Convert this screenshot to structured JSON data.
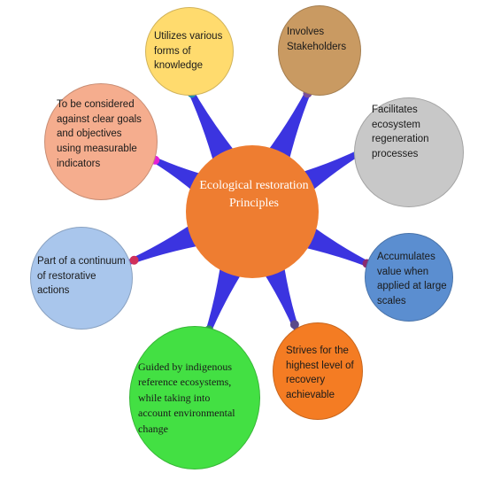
{
  "center": {
    "label": "Ecological restoration\nPrinciples",
    "color": "#ee7d31"
  },
  "nodes": [
    {
      "id": "knowledge",
      "text": "Utilizes various\nforms of\nknowledge",
      "fill": "#ffdb6e",
      "connector": "#1f8fb0"
    },
    {
      "id": "stakeholders",
      "text": "Involves\nStakeholders",
      "fill": "#c99a62",
      "connector": "#7a4f9a"
    },
    {
      "id": "regeneration",
      "text": "Facilitates\necosystem\nregeneration\nprocesses",
      "fill": "#c8c8c8",
      "connector": "#22d3ee"
    },
    {
      "id": "scales",
      "text": "Accumulates\nvalue when\napplied at large\nscales",
      "fill": "#5b8ed0",
      "connector": "#8a2b6f"
    },
    {
      "id": "recovery",
      "text": "Strives for the\nhighest level of\nrecovery\nachievable",
      "fill": "#f47c23",
      "connector": "#5a4a8a"
    },
    {
      "id": "indigenous",
      "text": "Guided by indigenous\nreference ecosystems,\nwhile taking into\naccount environmental\nchange",
      "fill": "#43e043",
      "connector": "#2e8b57"
    },
    {
      "id": "continuum",
      "text": "Part of a continuum\nof restorative\nactions",
      "fill": "#a9c6ec",
      "connector": "#d0305a"
    },
    {
      "id": "goals",
      "text": "To be considered\nagainst clear goals\nand objectives\nusing measurable\nindicators",
      "fill": "#f5ad8e",
      "connector": "#e320d6"
    }
  ]
}
